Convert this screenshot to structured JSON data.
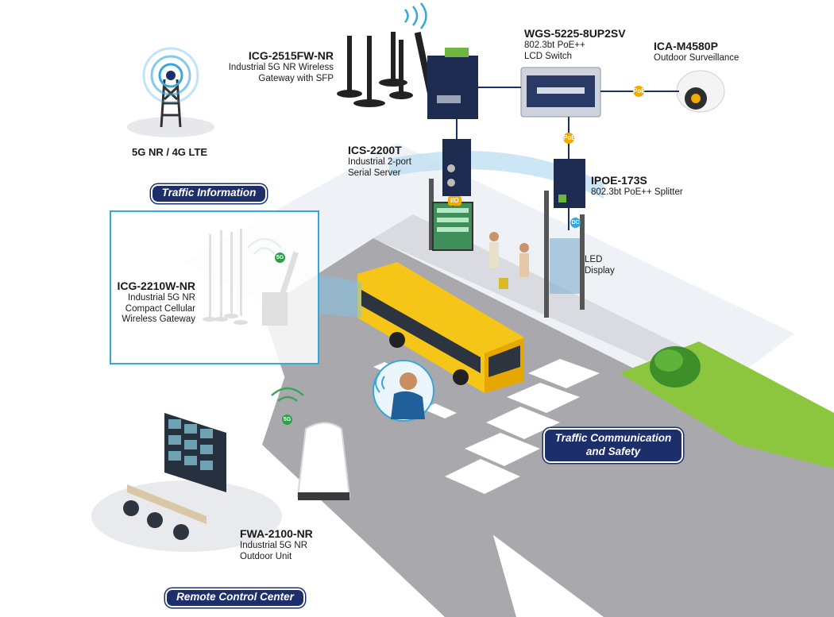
{
  "labels": {
    "icg2515": {
      "title": "ICG-2515FW-NR",
      "line1": "Industrial 5G NR Wireless",
      "line2": "Gateway with SFP"
    },
    "wgs": {
      "title": "WGS-5225-8UP2SV",
      "line1": "802.3bt PoE++",
      "line2": "LCD Switch"
    },
    "ica": {
      "title": "ICA-M4580P",
      "line1": "Outdoor Surveillance"
    },
    "tower": {
      "title": "5G NR / 4G LTE"
    },
    "ics": {
      "title": "ICS-2200T",
      "line1": "Industrial 2-port",
      "line2": "Serial Server"
    },
    "ipoe": {
      "title": "IPOE-173S",
      "line1": "802.3bt PoE++ Splitter"
    },
    "led": {
      "line1": "LED",
      "line2": "Display"
    },
    "icg2210": {
      "title": "ICG-2210W-NR",
      "line1": "Industrial 5G NR",
      "line2": "Compact Cellular",
      "line3": "Wireless Gateway"
    },
    "fwa": {
      "title": "FWA-2100-NR",
      "line1": "Industrial 5G NR",
      "line2": "Outdoor Unit"
    }
  },
  "sections": {
    "traffic_info": "Traffic Information",
    "traffic_comm_line1": "Traffic Communication",
    "traffic_comm_line2": "and Safety",
    "remote_center": "Remote Control Center"
  },
  "tags": {
    "poe": "PoE",
    "io": "I/O",
    "dc": "DC",
    "fiveg": "5G"
  },
  "colors": {
    "navy": "#1c2f6b",
    "accent_blue": "#37a7d9",
    "road": "#a9a9ad",
    "bus_yellow": "#f5c518",
    "poe_orange": "#f2a900",
    "grass": "#8cc63f"
  }
}
